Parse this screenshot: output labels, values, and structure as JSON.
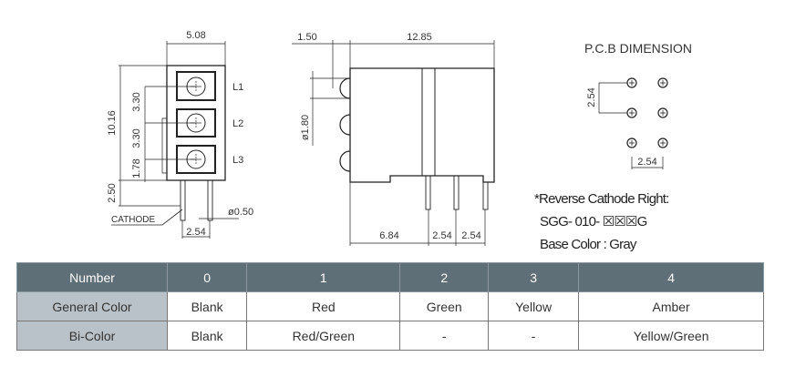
{
  "front_view": {
    "width_dim": "5.08",
    "height_dim": "10.16",
    "pitch_dim_1": "3.30",
    "pitch_dim_2": "3.30",
    "offset_dim": "1.78",
    "lead_dim": "2.50",
    "cathode_label": "CATHODE",
    "lead_dia": "ø0.50",
    "lead_pitch": "2.54",
    "leds": [
      "L1",
      "L2",
      "L3"
    ]
  },
  "side_view": {
    "dome_dim": "1.50",
    "length_dim": "12.85",
    "dome_dia": "ø1.80",
    "pin_offset": "6.84",
    "pin_pitch_1": "2.54",
    "pin_pitch_2": "2.54"
  },
  "pcb": {
    "title": "P.C.B DIMENSION",
    "v_pitch": "2.54",
    "h_pitch": "2.54"
  },
  "notes": [
    "*Reverse Cathode Right:",
    "SGG- 010- ☒☒☒G",
    "Base Color : Gray"
  ],
  "table": {
    "header": [
      "Number",
      "0",
      "1",
      "2",
      "3",
      "4"
    ],
    "rows": [
      [
        "General Color",
        "Blank",
        "Red",
        "Green",
        "Yellow",
        "Amber"
      ],
      [
        "Bi-Color",
        "Blank",
        "Red/Green",
        "-",
        "-",
        "Yellow/Green"
      ]
    ]
  }
}
